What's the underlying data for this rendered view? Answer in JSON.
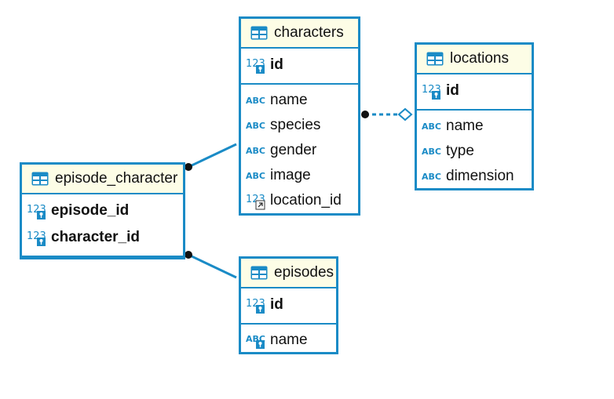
{
  "entities": {
    "characters": {
      "title": "characters",
      "pk": [
        {
          "name": "id",
          "type": "int-key"
        }
      ],
      "columns": [
        {
          "name": "name",
          "type": "text"
        },
        {
          "name": "species",
          "type": "text"
        },
        {
          "name": "gender",
          "type": "text"
        },
        {
          "name": "image",
          "type": "text"
        },
        {
          "name": "location_id",
          "type": "int-fk"
        }
      ]
    },
    "locations": {
      "title": "locations",
      "pk": [
        {
          "name": "id",
          "type": "int-key"
        }
      ],
      "columns": [
        {
          "name": "name",
          "type": "text"
        },
        {
          "name": "type",
          "type": "text"
        },
        {
          "name": "dimension",
          "type": "text"
        }
      ]
    },
    "episode_character": {
      "title": "episode_character",
      "pk": [
        {
          "name": "episode_id",
          "type": "int-key"
        },
        {
          "name": "character_id",
          "type": "int-key"
        }
      ],
      "columns": []
    },
    "episodes": {
      "title": "episodes",
      "pk": [
        {
          "name": "id",
          "type": "int-key"
        }
      ],
      "columns": [
        {
          "name": "name",
          "type": "text-key"
        }
      ]
    }
  },
  "relationships": [
    {
      "from": "characters",
      "to": "locations",
      "style": "dashed"
    },
    {
      "from": "episode_character",
      "to": "characters",
      "style": "solid"
    },
    {
      "from": "episode_character",
      "to": "episodes",
      "style": "solid"
    }
  ],
  "colors": {
    "border": "#1a8bc6",
    "header_bg": "#fdfde6",
    "line": "#1a8bc6"
  }
}
